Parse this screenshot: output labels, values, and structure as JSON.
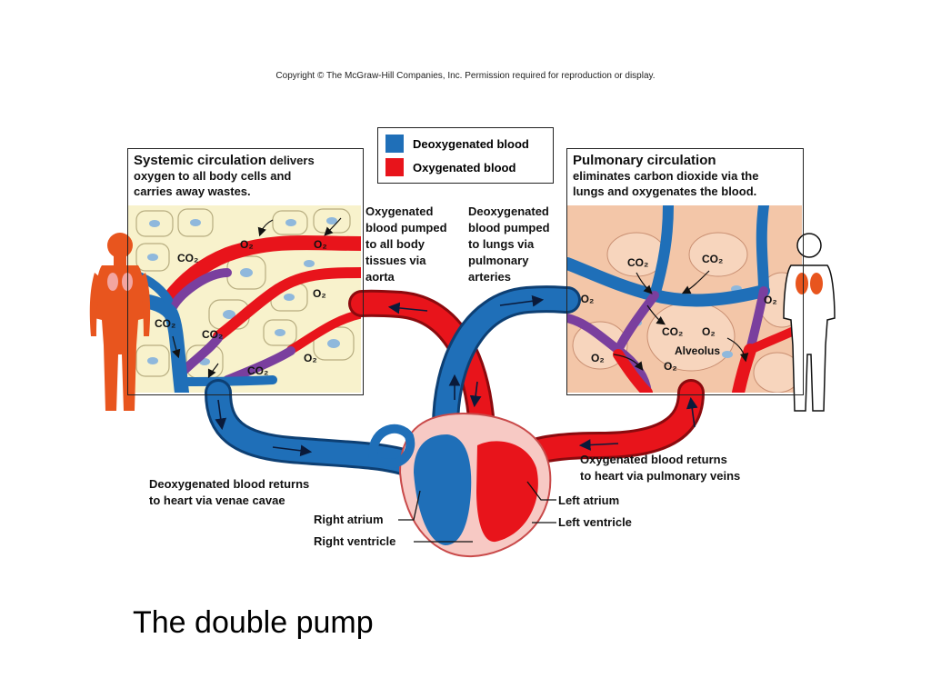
{
  "copyright": "Copyright © The McGraw-Hill Companies, Inc. Permission required for reproduction or display.",
  "legend": {
    "deoxygenated": "Deoxygenated blood",
    "oxygenated": "Oxygenated blood"
  },
  "colors": {
    "deoxygenated": "#1f6fb8",
    "oxygenated": "#e8141b",
    "mixed": "#7a3f9e",
    "figure_left": "#e8551e",
    "cells": "#f8f2cc"
  },
  "systemic": {
    "title": "Systemic circulation",
    "desc_1": "delivers",
    "desc_2": "oxygen to all body cells and",
    "desc_3": "carries away wastes."
  },
  "pulmonary": {
    "title": "Pulmonary circulation",
    "desc_1": "eliminates carbon dioxide via the",
    "desc_2": "lungs and oxygenates the blood."
  },
  "labels": {
    "aorta_1": "Oxygenated",
    "aorta_2": "blood pumped",
    "aorta_3": "to all body",
    "aorta_4": "tissues via",
    "aorta_5": "aorta",
    "pa_1": "Deoxygenated",
    "pa_2": "blood pumped",
    "pa_3": "to lungs via",
    "pa_4": "pulmonary",
    "pa_5": "arteries",
    "pv_1": "Oxygenated blood returns",
    "pv_2": "to heart via pulmonary veins",
    "vc_1": "Deoxygenated blood returns",
    "vc_2": "to heart via venae cavae",
    "left_atrium": "Left atrium",
    "left_ventricle": "Left ventricle",
    "right_atrium": "Right atrium",
    "right_ventricle": "Right ventricle",
    "alveolus": "Alveolus"
  },
  "gases": {
    "co2": "CO₂",
    "o2": "O₂"
  },
  "caption": "The double pump"
}
